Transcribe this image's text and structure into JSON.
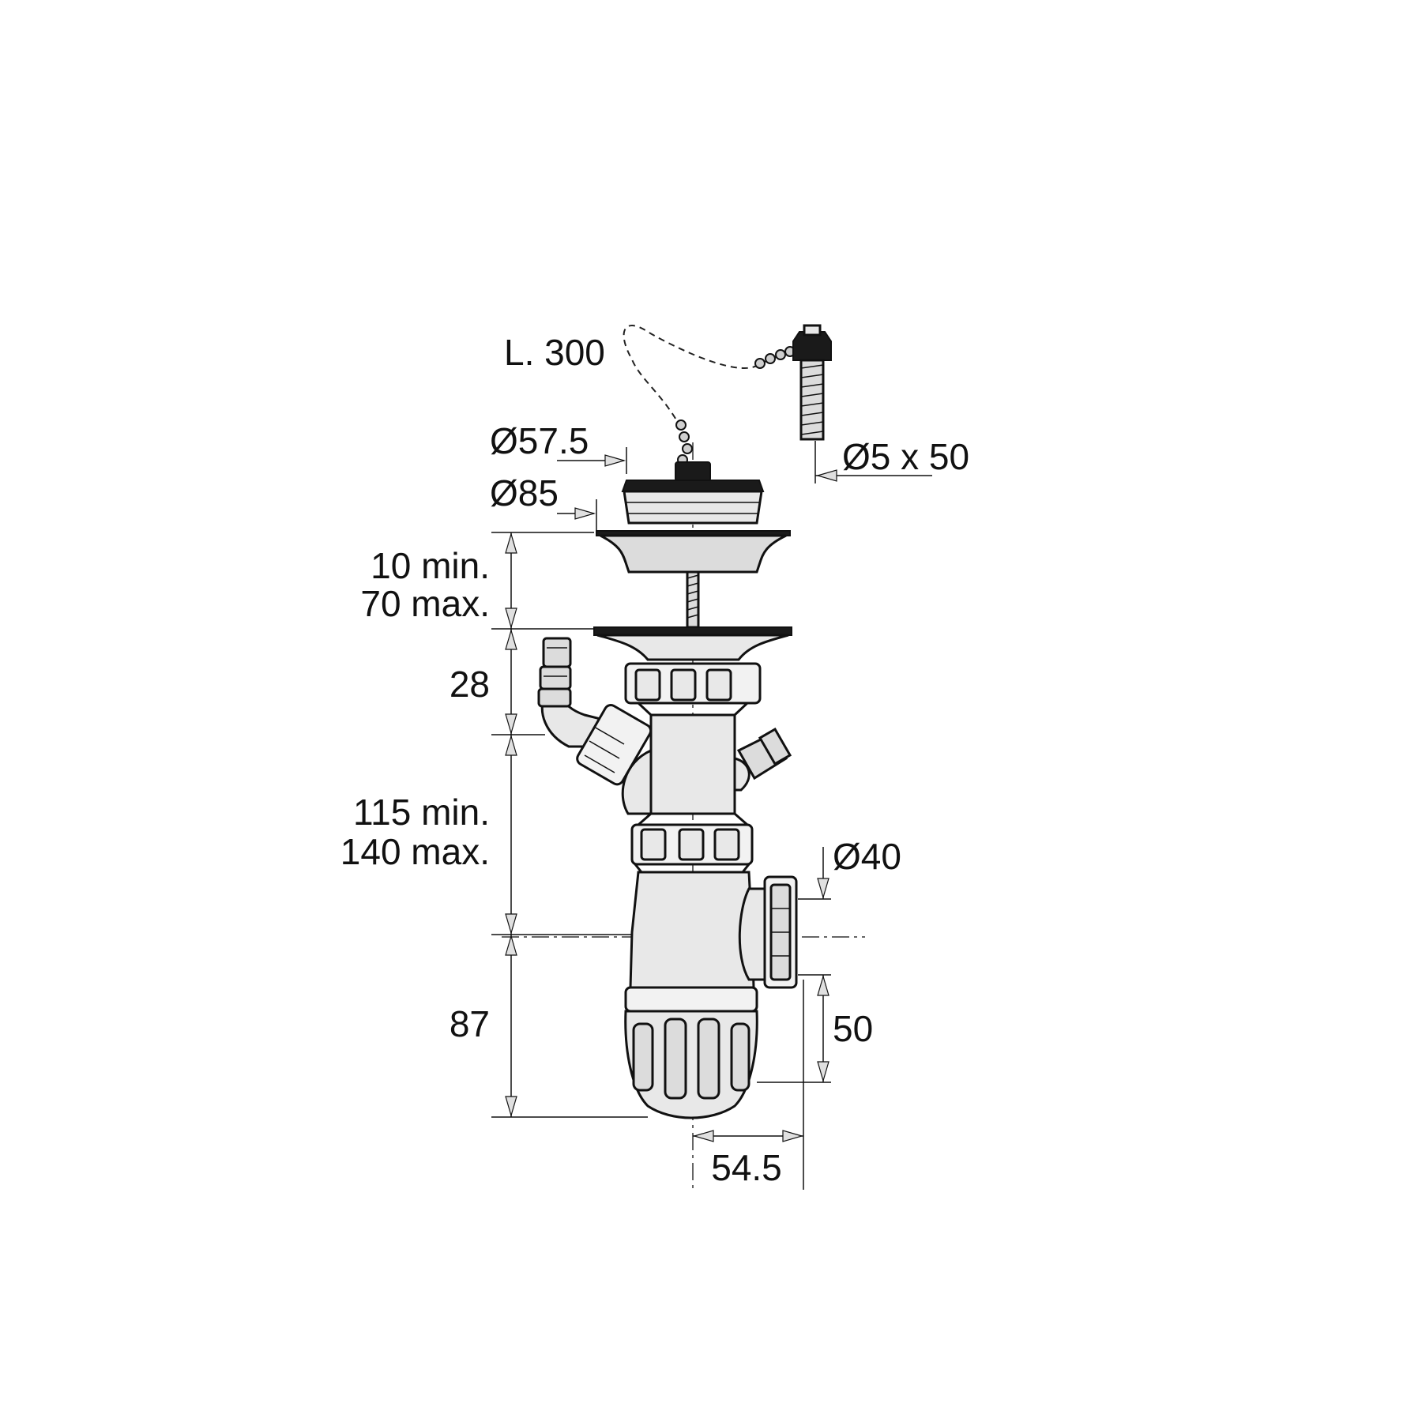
{
  "labels": {
    "chain_length": "L. 300",
    "plug_diameter": "Ø57.5",
    "screw_size": "Ø5 x 50",
    "strainer_diameter": "Ø85",
    "sink_thickness_min": "10 min.",
    "sink_thickness_max": "70 max.",
    "inlet_height": "28",
    "body_height_min": "115 min.",
    "body_height_max": "140 max.",
    "outlet_diameter": "Ø40",
    "trap_depth": "87",
    "outlet_offset_vertical": "50",
    "outlet_offset_horizontal": "54.5"
  }
}
